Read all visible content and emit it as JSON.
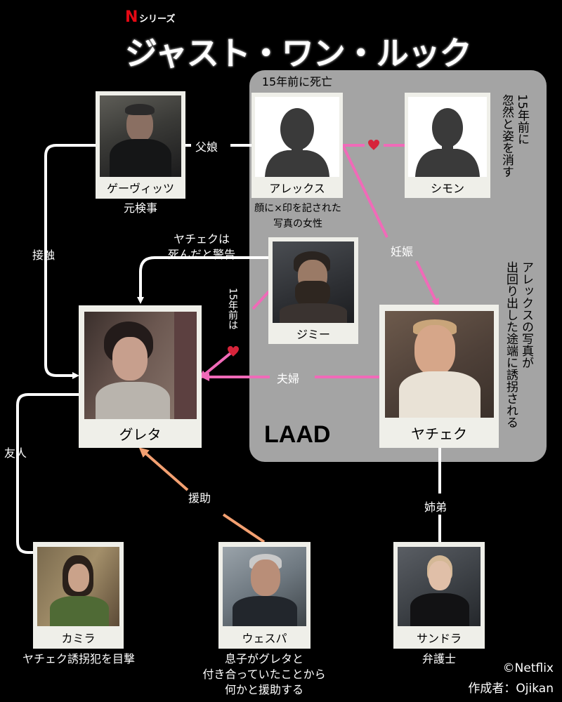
{
  "header": {
    "brand": "N",
    "series_label": "シリーズ",
    "title": "ジャスト・ワン・ルック"
  },
  "group": {
    "label": "LAAD"
  },
  "characters": {
    "gerwitz": {
      "name": "ゲーヴィッツ",
      "caption": "元検事"
    },
    "alex": {
      "name": "アレックス",
      "top_note": "15年前に死亡",
      "caption_1": "顔に×印を記された",
      "caption_2": "写真の女性"
    },
    "simon": {
      "name": "シモン",
      "side_note_1": "15年前に",
      "side_note_2": "忽然と姿を消す"
    },
    "jimmy": {
      "name": "ジミー"
    },
    "greta": {
      "name": "グレタ"
    },
    "jacek": {
      "name": "ヤチェク",
      "side_note_1": "アレックスの写真が",
      "side_note_2": "出回り出した途端に誘拐される"
    },
    "kamila": {
      "name": "カミラ",
      "caption": "ヤチェク誘拐犯を目撃"
    },
    "wespa": {
      "name": "ウェスパ",
      "caption_1": "息子がグレタと",
      "caption_2": "付き合っていたことから",
      "caption_3": "何かと援助する"
    },
    "sandra": {
      "name": "サンドラ",
      "caption": "弁護士"
    }
  },
  "relations": {
    "father_daughter": "父娘",
    "contact": "接触",
    "warning_1": "ヤチェクは",
    "warning_2": "死んだと警告",
    "past_love": "15年前は",
    "pregnant": "妊娠",
    "married": "夫婦",
    "friend": "友人",
    "support": "援助",
    "siblings": "姉弟"
  },
  "credits": {
    "copyright": "©Netflix",
    "author": "作成者：Ojikan"
  },
  "colors": {
    "background": "#000000",
    "group_box": "#a4a4a4",
    "card": "#efefe9",
    "pink_line": "#f06ab8",
    "orange_line": "#f3a071",
    "heart": "#d6243a",
    "netflix_red": "#e50914"
  }
}
